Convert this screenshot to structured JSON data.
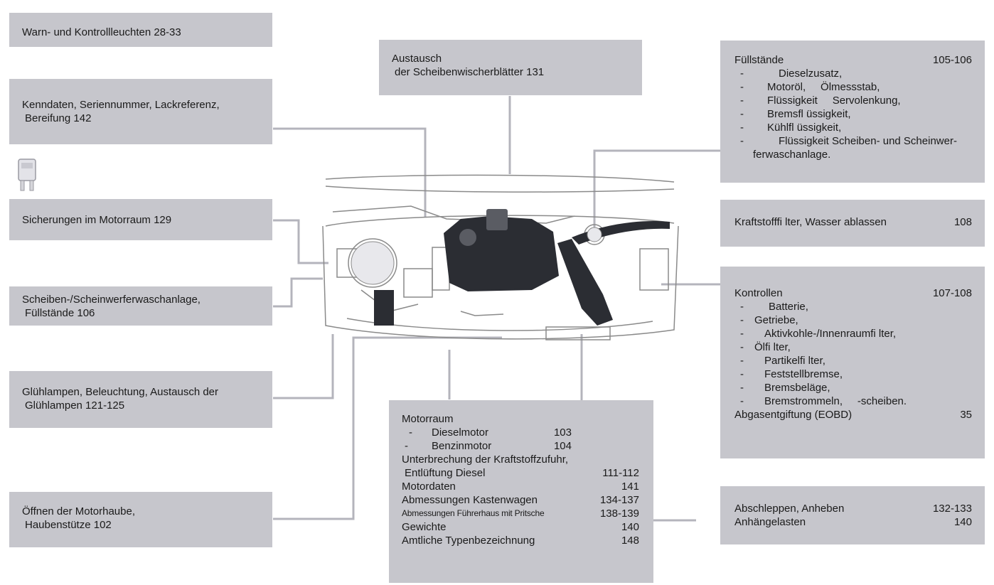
{
  "left_boxes": {
    "warn": {
      "text": "Warn- und Kontrollleuchten  28-33"
    },
    "kenndaten": {
      "line1": "Kenndaten, Seriennummer, Lackreferenz,",
      "line2": "Bereifung  142"
    },
    "sicherungen": {
      "text": "Sicherungen im Motorraum  129"
    },
    "scheiben": {
      "line1": "Scheiben-/Scheinwerferwaschanlage,",
      "line2": "Füllstände  106"
    },
    "gluehlampen": {
      "line1": "Glühlampen, Beleuchtung, Austausch der",
      "line2": "Glühlampen  121-125"
    },
    "motorhaube": {
      "line1": "Öffnen der Motorhaube,",
      "line2": "Haubenstütze  102"
    }
  },
  "top_box": {
    "line1": "Austausch",
    "line2": "der Scheibenwischerblätter  131"
  },
  "bottom_box": {
    "title": "Motorraum",
    "sub": [
      {
        "dash": "-",
        "label": "Dieselmotor",
        "page": "103"
      },
      {
        "dash": "-",
        "label": "Benzinmotor",
        "page": "104"
      }
    ],
    "line_unterbrechung": "Unterbrechung der Kraftstoffzufuhr,",
    "rows": [
      {
        "label": "Entlüftung Diesel",
        "page": "111-112"
      },
      {
        "label": "Motordaten",
        "page": "141"
      },
      {
        "label": "Abmessungen Kastenwagen",
        "page": "134-137"
      },
      {
        "label": "Abmessungen Führerhaus mit Pritsche",
        "page": "138-139"
      },
      {
        "label": "Gewichte",
        "page": "140"
      },
      {
        "label": "Amtliche Typenbezeichnung",
        "page": "148"
      }
    ]
  },
  "right_boxes": {
    "fuellstaende": {
      "title": "Füllstände",
      "page": "105-106",
      "items": [
        {
          "dash": "-",
          "text": "Dieselzusatz,"
        },
        {
          "dash": "-",
          "text": "Motoröl,     Ölmessstab,"
        },
        {
          "dash": "-",
          "text": "Flüssigkeit     Servolenkung,"
        },
        {
          "dash": "-",
          "text": "Bremsfl üssigkeit,"
        },
        {
          "dash": "-",
          "text": "Kühlfl üssigkeit,"
        },
        {
          "dash": "-",
          "text": "Flüssigkeit Scheiben- und Scheinwer-"
        }
      ],
      "tail": "ferwaschanlage."
    },
    "kraftstoff": {
      "label": "Kraftstofffi lter, Wasser ablassen",
      "page": "108"
    },
    "kontrollen": {
      "title": "Kontrollen",
      "page": "107-108",
      "items": [
        {
          "dash": "-",
          "text": "Batterie,"
        },
        {
          "dash": "-",
          "text": "Getriebe,"
        },
        {
          "dash": "-",
          "text": "Aktivkohle-/Innenraumfi lter,"
        },
        {
          "dash": "-",
          "text": "Ölfi lter,"
        },
        {
          "dash": "-",
          "text": "Partikelfi lter,"
        },
        {
          "dash": "-",
          "text": "Feststellbremse,"
        },
        {
          "dash": "-",
          "text": "Bremsbeläge,"
        },
        {
          "dash": "-",
          "text": "Bremstrommeln,     -scheiben."
        }
      ],
      "footer_label": "Abgasentgiftung (EOBD)",
      "footer_page": "35"
    },
    "abschleppen": {
      "rows": [
        {
          "label": "Abschleppen, Anheben",
          "page": "132-133"
        },
        {
          "label": "Anhängelasten",
          "page": "140"
        }
      ]
    }
  },
  "colors": {
    "box": "#c6c6cc",
    "line": "#b4b4bc",
    "text": "#1a1a1a"
  },
  "icons": [
    "fuse-icon",
    "engine-bay-illustration"
  ]
}
